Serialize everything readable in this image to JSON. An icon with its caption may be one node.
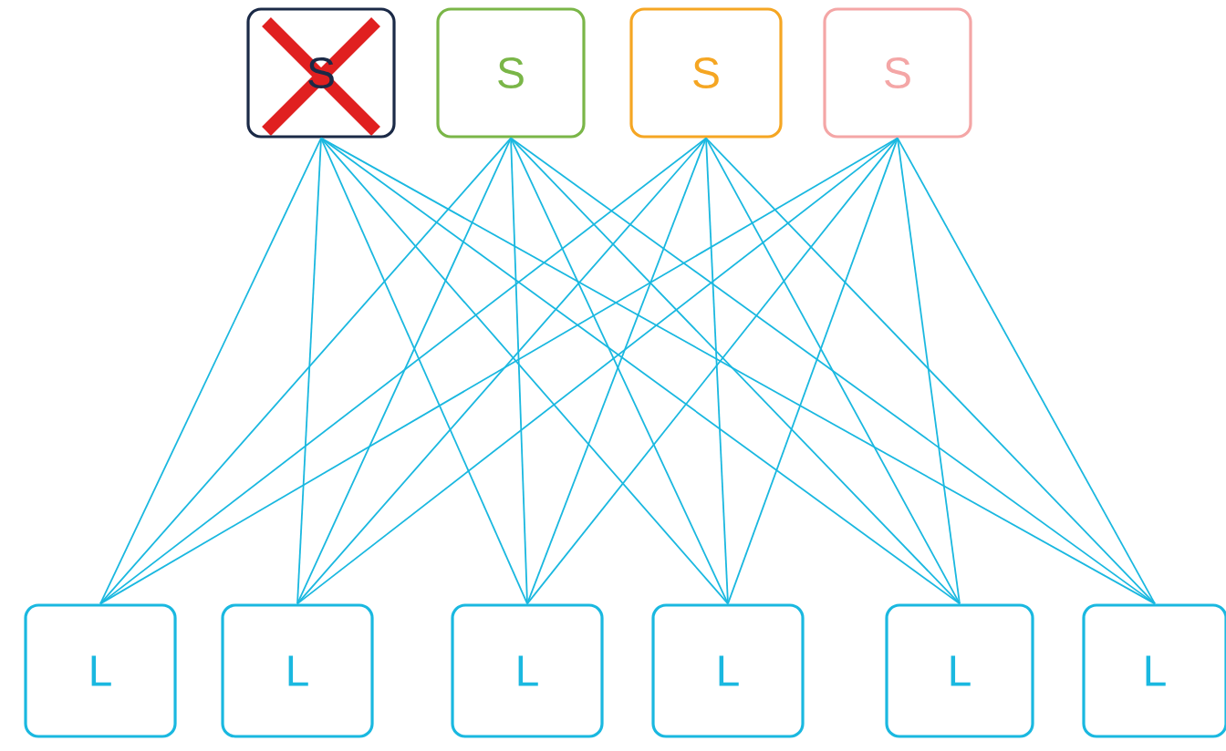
{
  "diagram": {
    "nodes": [
      {
        "text": [
          "S"
        ]
      },
      {
        "text": [
          "S"
        ]
      },
      {
        "text": [
          "S"
        ]
      },
      {
        "text": [
          "S"
        ]
      },
      {
        "text": [
          "L"
        ]
      },
      {
        "text": [
          "L"
        ]
      },
      {
        "text": [
          "L"
        ]
      },
      {
        "text": [
          "L"
        ]
      },
      {
        "text": [
          "L"
        ]
      },
      {
        "text": [
          "L"
        ]
      }
    ],
    "edges": [
      {
        "from": 0,
        "to": 4,
        "arrow": "none"
      },
      {
        "from": 0,
        "to": 5,
        "arrow": "none"
      },
      {
        "from": 0,
        "to": 6,
        "arrow": "none"
      },
      {
        "from": 0,
        "to": 7,
        "arrow": "none"
      },
      {
        "from": 0,
        "to": 8,
        "arrow": "none"
      },
      {
        "from": 0,
        "to": 9,
        "arrow": "none"
      },
      {
        "from": 1,
        "to": 4,
        "arrow": "none"
      },
      {
        "from": 1,
        "to": 5,
        "arrow": "none"
      },
      {
        "from": 1,
        "to": 6,
        "arrow": "none"
      },
      {
        "from": 1,
        "to": 7,
        "arrow": "none"
      },
      {
        "from": 1,
        "to": 8,
        "arrow": "none"
      },
      {
        "from": 1,
        "to": 9,
        "arrow": "none"
      },
      {
        "from": 2,
        "to": 4,
        "arrow": "none"
      },
      {
        "from": 2,
        "to": 5,
        "arrow": "none"
      },
      {
        "from": 2,
        "to": 6,
        "arrow": "none"
      },
      {
        "from": 2,
        "to": 7,
        "arrow": "none"
      },
      {
        "from": 2,
        "to": 8,
        "arrow": "none"
      },
      {
        "from": 2,
        "to": 9,
        "arrow": "none"
      },
      {
        "from": 3,
        "to": 4,
        "arrow": "none"
      },
      {
        "from": 3,
        "to": 5,
        "arrow": "none"
      },
      {
        "from": 3,
        "to": 6,
        "arrow": "none"
      },
      {
        "from": 3,
        "to": 7,
        "arrow": "none"
      },
      {
        "from": 3,
        "to": 8,
        "arrow": "none"
      },
      {
        "from": 3,
        "to": 9,
        "arrow": "none"
      }
    ]
  }
}
